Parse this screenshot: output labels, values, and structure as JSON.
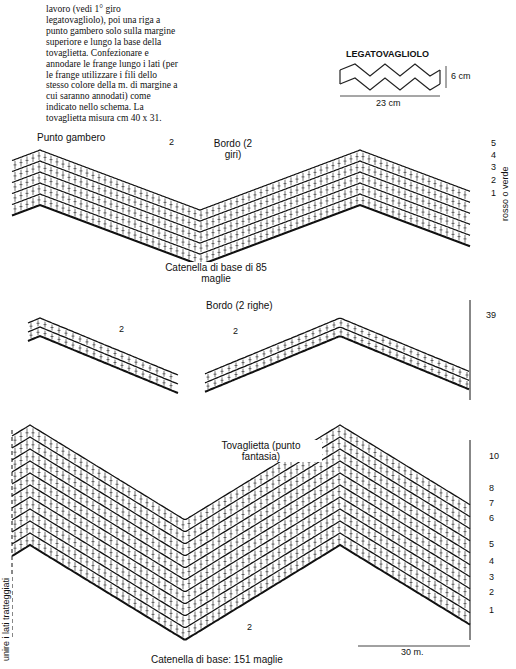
{
  "diagram": {
    "labels": [
      "lavoro (vedi 1° giro legatovagliolo), poi una riga a punto gambero solo sulla margine superiore e lungo la base della tovaglietta. Confezionare e annodare le frange lungo i lati (per le frange utilizzare i fili dello stesso colore della m. di margine a cui saranno annodati) come indicato nello schema. La tovaglietta misura cm 40 x 31.",
      "LEGATOVAGLIOLO",
      "6 cm",
      "23 cm",
      "Punto gambero",
      "2",
      "Bordo (2 giri)",
      "5",
      "4",
      "3",
      "2",
      "1",
      "rosso o verde",
      "Catenella di base di 85 maglie",
      "Bordo (2 righe)",
      "2",
      "2",
      "39",
      "Tovaglietta (punto fantasia)",
      "10",
      "8",
      "7",
      "6",
      "5",
      "4",
      "3",
      "2",
      "1",
      "2",
      "30 m.",
      "Catenella di base: 151 maglie",
      "unire i lati tratteggiati"
    ]
  }
}
